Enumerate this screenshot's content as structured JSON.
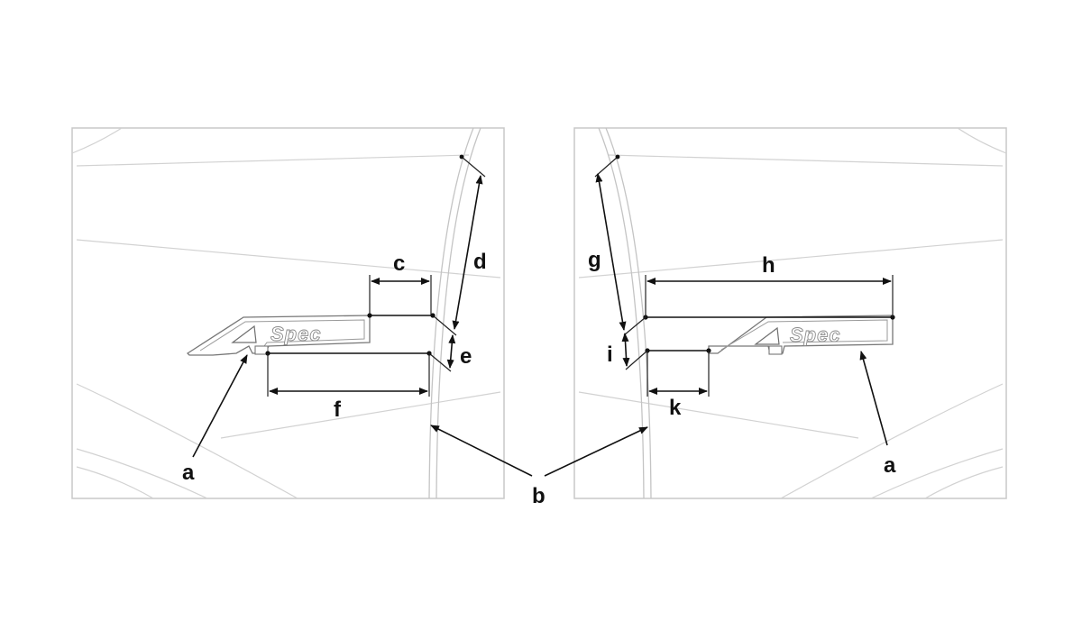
{
  "emblem": {
    "left_text": "Spec",
    "right_text": "Spec"
  },
  "callouts": {
    "a_left": "a",
    "a_right": "a",
    "b": "b",
    "c": "c",
    "d": "d",
    "e": "e",
    "f": "f",
    "g": "g",
    "h": "h",
    "i": "i",
    "k": "k"
  },
  "colors": {
    "background": "#ffffff",
    "dimension": "#111111",
    "body_line": "#d2d2d2"
  }
}
